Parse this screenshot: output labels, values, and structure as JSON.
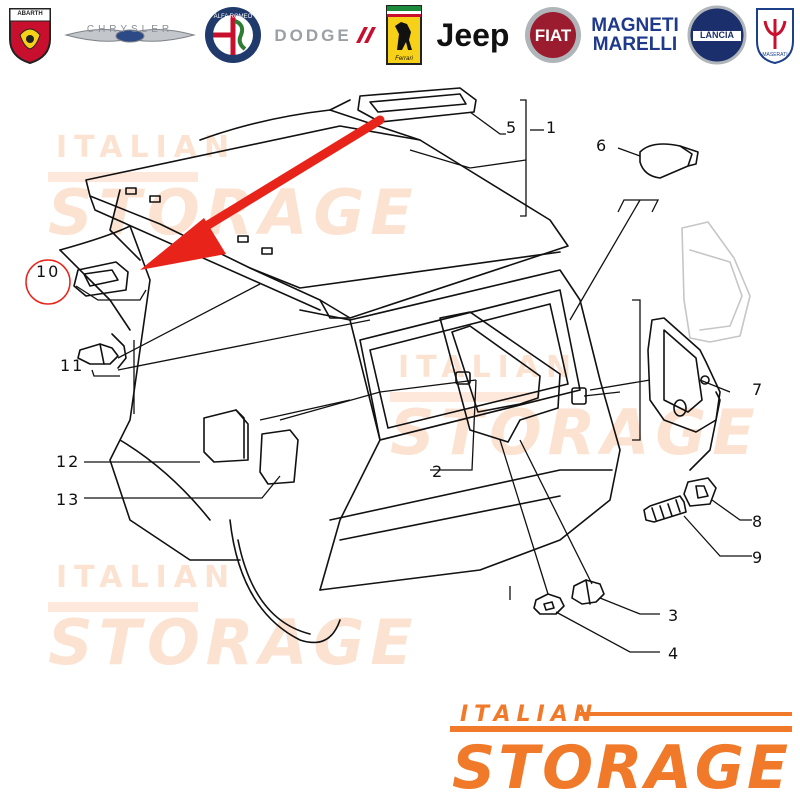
{
  "brands": [
    {
      "name": "abarth-logo",
      "label": "ABARTH",
      "color": "#c8102e"
    },
    {
      "name": "chrysler-logo",
      "label": "CHRYSLER",
      "color": "#8a8f96"
    },
    {
      "name": "alfa-romeo-logo",
      "label": "ALFA ROMEO",
      "color": "#1f3a6b"
    },
    {
      "name": "dodge-logo",
      "label": "DODGE",
      "color": "#9aa0a6"
    },
    {
      "name": "ferrari-logo",
      "label": "Ferrari",
      "color": "#f7d117"
    },
    {
      "name": "jeep-logo",
      "label": "Jeep",
      "color": "#111111"
    },
    {
      "name": "fiat-logo",
      "label": "FIAT",
      "color": "#9b1c2e"
    },
    {
      "name": "magneti-marelli-logo",
      "label": "MAGNETI MARELLI",
      "color": "#1f3a8c"
    },
    {
      "name": "lancia-logo",
      "label": "LANCIA",
      "color": "#1a2f6b"
    },
    {
      "name": "maserati-logo",
      "label": "MASERATI",
      "color": "#1c3f8a"
    }
  ],
  "callouts": {
    "c1": "1",
    "c2": "2",
    "c3": "3",
    "c4": "4",
    "c5": "5",
    "c6": "6",
    "c7": "7",
    "c8": "8",
    "c9": "9",
    "c10": "10",
    "c11": "11",
    "c12": "12",
    "c13": "13"
  },
  "watermark": {
    "small": "ITALIAN",
    "big": "STORAGE"
  },
  "footer_logo": {
    "top": "ITALIAN",
    "bottom": "STORAGE",
    "color": "#f07a2a"
  },
  "highlight_color": "#e8241a"
}
